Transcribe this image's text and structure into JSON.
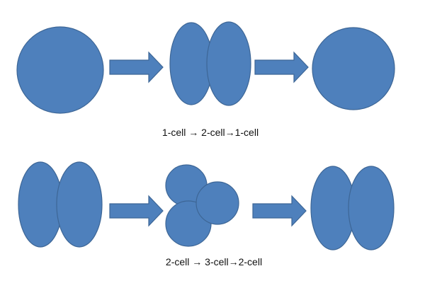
{
  "colors": {
    "cell_fill": "#4e80bc",
    "cell_stroke": "#3d6696",
    "background": "#ffffff",
    "text": "#111111"
  },
  "rows": [
    {
      "stages": [
        "1-cell",
        "2-cell",
        "1-cell"
      ],
      "caption": "1-cell → 2-cell→1-cell"
    },
    {
      "stages": [
        "2-cell",
        "3-cell",
        "2-cell"
      ],
      "caption": "2-cell → 3-cell→2-cell"
    }
  ]
}
